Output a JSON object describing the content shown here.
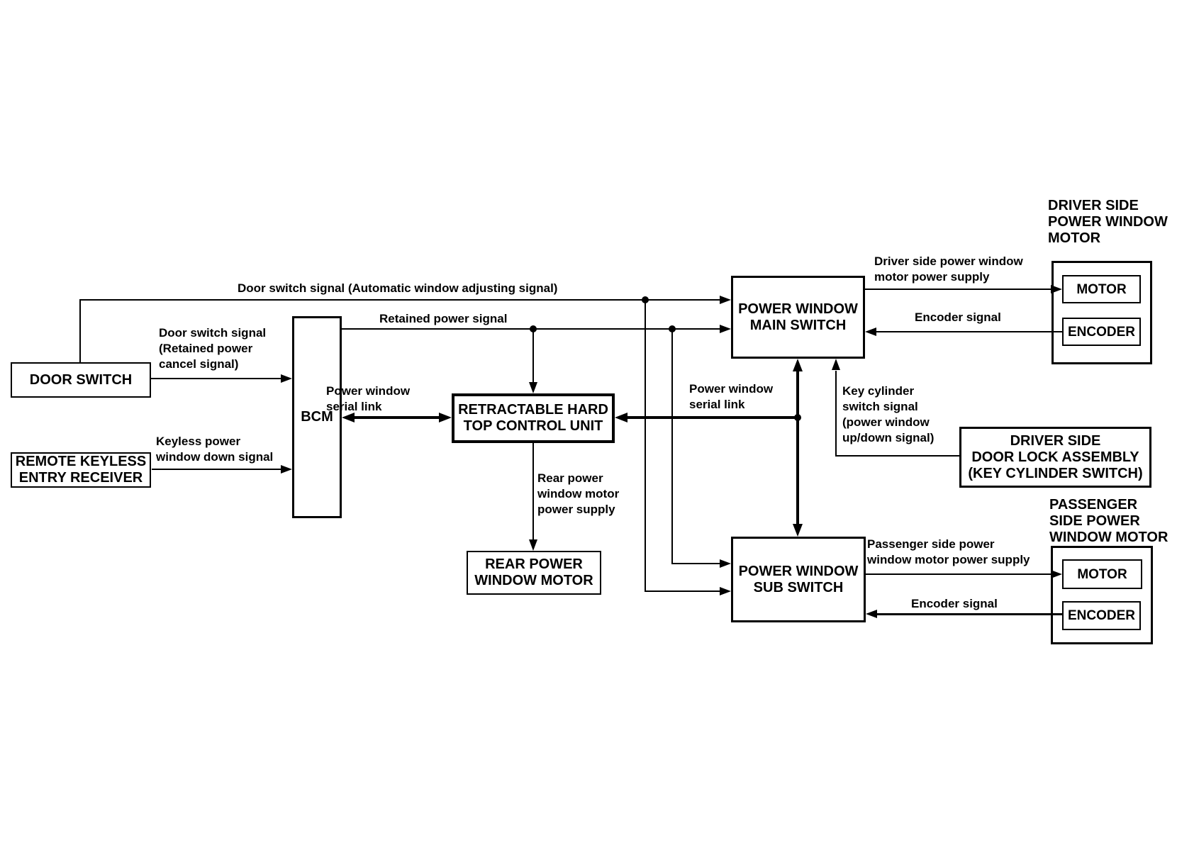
{
  "diagram": {
    "title": "Power window system block diagram",
    "background_color": "#ffffff",
    "line_color": "#000000"
  },
  "boxes": {
    "door_switch": {
      "label": "DOOR SWITCH"
    },
    "remote_keyless": {
      "label": "REMOTE KEYLESS\nENTRY RECEIVER"
    },
    "bcm": {
      "label": "BCM"
    },
    "retractable": {
      "label": "RETRACTABLE HARD\nTOP CONTROL UNIT"
    },
    "rear_motor": {
      "label": "REAR POWER\nWINDOW MOTOR"
    },
    "main_switch": {
      "label": "POWER WINDOW\nMAIN SWITCH"
    },
    "sub_switch": {
      "label": "POWER WINDOW\nSUB SWITCH"
    },
    "door_lock": {
      "label": "DRIVER SIDE\nDOOR LOCK ASSEMBLY\n(KEY CYLINDER SWITCH)"
    },
    "driver_unit": {
      "title": "DRIVER SIDE\nPOWER WINDOW\nMOTOR",
      "motor": "MOTOR",
      "encoder": "ENCODER"
    },
    "passenger_unit": {
      "title": "PASSENGER\nSIDE POWER\nWINDOW MOTOR",
      "motor": "MOTOR",
      "encoder": "ENCODER"
    }
  },
  "signals": {
    "door_switch_auto": "Door switch signal (Automatic window adjusting signal)",
    "retained_power": "Retained power signal",
    "door_switch_cancel": "Door switch signal\n(Retained power\ncancel signal)",
    "keyless_down": "Keyless power\nwindow down signal",
    "serial_link_left": "Power window\nserial link",
    "serial_link_right": "Power window\nserial link",
    "rear_supply": "Rear power\nwindow motor\npower supply",
    "driver_supply": "Driver side power window\nmotor power supply",
    "driver_encoder": "Encoder signal",
    "key_cylinder": "Key cylinder\nswitch signal\n(power window\nup/down signal)",
    "passenger_supply": "Passenger side power\nwindow motor power supply",
    "passenger_encoder": "Encoder signal"
  }
}
